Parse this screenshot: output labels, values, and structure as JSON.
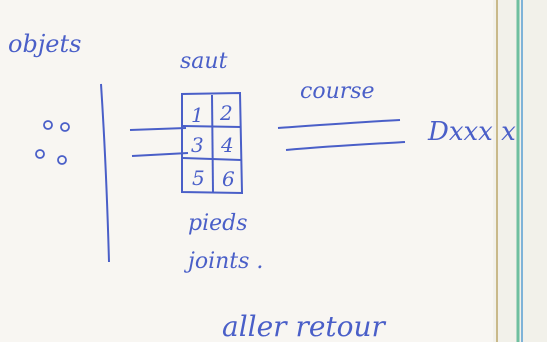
{
  "colors": {
    "ink": "#4a5fc8",
    "paper": "#f8f6f2",
    "edge_stripe": "#6fbf9f"
  },
  "labels": {
    "objets": "objets",
    "saut": "saut",
    "course": "course",
    "dxxx": "Dxxx x",
    "pieds": "pieds",
    "joints": "joints .",
    "aller_retour": "aller retour"
  },
  "grid": {
    "cells": [
      "1",
      "2",
      "3",
      "4",
      "5",
      "6"
    ]
  }
}
